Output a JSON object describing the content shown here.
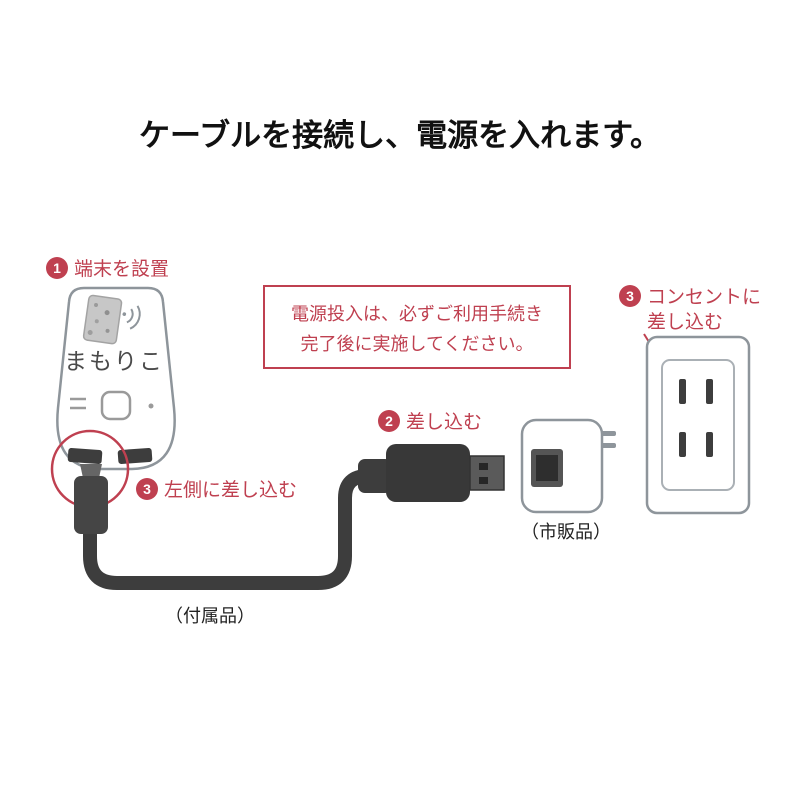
{
  "accent_color": "#bf4050",
  "title": "ケーブルを接続し、電源を入れます。",
  "note": {
    "line1": "電源投入は、必ずご利用手続き",
    "line2": "完了後に実施してください。"
  },
  "steps": {
    "step1": {
      "num": "1",
      "label": "端末を設置"
    },
    "step2": {
      "num": "2",
      "label": "差し込む"
    },
    "step3_outlet": {
      "num": "3",
      "line1": "コンセントに",
      "line2": "差し込む"
    },
    "step3_port": {
      "num": "3",
      "label": "左側に差し込む"
    }
  },
  "device": {
    "name": "まもりこ"
  },
  "captions": {
    "adapter": "（市販品）",
    "cable": "（付属品）"
  }
}
